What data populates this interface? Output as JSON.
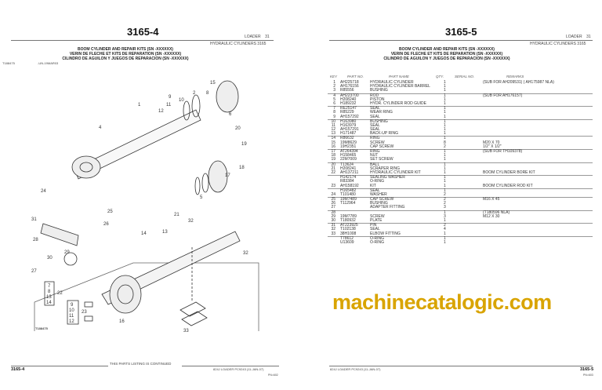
{
  "left_page": {
    "page_number": "3165-4",
    "section": "LOADER",
    "section_no": "31",
    "group": "HYDRAULIC CYLINDERS 3165",
    "subtitle_lines": [
      "BOOM CYLINDER AND REPAIR KITS (SN       -XXXXXX)",
      "VERIN DE FLECHE ET KITS DE REPARATION (SN       -XXXXXX)",
      "CILINDRO DE AGUILON Y JUEGOS DE REPARACION (SN       -XXXXXX)"
    ],
    "illustration_id": "T188475",
    "illustration_code": "-UN-19MAR03",
    "figure_label": "T188475",
    "callouts": [
      "1",
      "2",
      "4",
      "5",
      "6",
      "7",
      "8",
      "9",
      "10",
      "11",
      "12",
      "13",
      "14",
      "15",
      "16",
      "17",
      "18",
      "19",
      "20",
      "21",
      "22",
      "23",
      "24",
      "25",
      "26",
      "27",
      "28",
      "29",
      "30",
      "31",
      "32",
      "33"
    ],
    "kit_box_22": [
      "7",
      "8",
      "13",
      "14"
    ],
    "kit_box_23": [
      "9",
      "10",
      "11",
      "12"
    ],
    "continued_note": "THIS PARTS LISTING IS CONTINUED",
    "footer_page": "3165-4",
    "footer_info": "824J LOADER   PC9243   (11-JAN-07)",
    "footer_code": "PN=602"
  },
  "right_page": {
    "page_number": "3165-5",
    "section": "LOADER",
    "section_no": "31",
    "group": "HYDRAULIC CYLINDERS 3165",
    "subtitle_lines": [
      "BOOM CYLINDER AND REPAIR KITS (SN       -XXXXXX)",
      "VERIN DE FLECHE ET KITS DE REPARATION (SN       -XXXXXX)",
      "CILINDRO DE AGUILON Y JUEGOS DE REPARACION (SN       -XXXXXX)"
    ],
    "columns": {
      "key": "KEY",
      "part_no": "PART NO.",
      "part_name": "PART NAME",
      "qty": "QTY.",
      "serial_no": "SERIAL NO.",
      "remarks": "REMARKS"
    },
    "rows": [
      [
        "1",
        "AH225718",
        "HYDRAULIC CYLINDER",
        "1",
        "(SUB FOR AH209531) ( AH175987 NLA)"
      ],
      [
        "2",
        "AH176156",
        "HYDRAULIC CYLINDER BARREL",
        "1",
        ""
      ],
      [
        "3",
        "R85556",
        "BUSHING",
        "1",
        ""
      ],
      [
        "4",
        "AH223700",
        "ROD",
        "1",
        "(SUB FOR AH176157)"
      ],
      [
        "5",
        "H208240",
        "PISTON",
        "1",
        ""
      ],
      [
        "6",
        "H189232",
        "HYDR. CYLINDER ROD GUIDE",
        "1",
        ""
      ],
      [
        "7",
        "RE25147",
        "SEAL",
        "1",
        ""
      ],
      [
        "8",
        "R85229",
        "WEAR RING",
        "1",
        ""
      ],
      [
        "9",
        "AH157292",
        "SEAL",
        "1",
        ""
      ],
      [
        "10",
        "H163980",
        "BUSHING",
        "1",
        ""
      ],
      [
        "11",
        "H163979",
        "SEAL",
        "1",
        ""
      ],
      [
        "12",
        "AH157291",
        "SEAL",
        "1",
        ""
      ],
      [
        "13",
        "H171487",
        "BACK-UP RING",
        "1",
        ""
      ],
      [
        "14",
        "R86632",
        "RING",
        "1",
        ""
      ],
      [
        "15",
        "19M8629",
        "SCREW",
        "8",
        "M20 X 70"
      ],
      [
        "16",
        "19H2351",
        "CAP SCREW",
        "2",
        "1/2\" X 1/2\""
      ],
      [
        "17",
        "AT264394",
        "RING",
        "1",
        "(SUB FOR TH109378)"
      ],
      [
        "18",
        "H158465",
        "NUT",
        "1",
        ""
      ],
      [
        "19",
        "22M7009",
        "SET SCREW",
        "1",
        ""
      ],
      [
        "20",
        "T13624",
        "BALL",
        "1",
        ""
      ],
      [
        "21",
        "H208241",
        "SCRAPER RING",
        "1",
        ""
      ],
      [
        "22",
        "AH137211",
        "HYDRAULIC CYLINDER KIT",
        "1",
        "BOOM CYLINDER BORE KIT"
      ],
      [
        "",
        "H142174",
        "SEALING WASHER",
        "1",
        ""
      ],
      [
        "",
        "R83384",
        "O-RING",
        "1",
        ""
      ],
      [
        "23",
        "AH158192",
        "KIT",
        "1",
        "BOOM CYLINDER ROD KIT"
      ],
      [
        "",
        "H165482",
        "SEAL",
        "1",
        ""
      ],
      [
        "24",
        "T101480",
        "WASHER",
        "2",
        ""
      ],
      [
        "25",
        "19M7489",
        "CAP SCREW",
        "2",
        "M16 X 45"
      ],
      [
        "26",
        "T112964",
        "BUSHING",
        "2",
        ""
      ],
      [
        "27",
        "",
        "ADAPTER FITTING",
        "3",
        ""
      ],
      [
        "28",
        "",
        "",
        "1",
        "(T180596 NLA)"
      ],
      [
        "29",
        "19M7789",
        "SCREW",
        "3",
        "M12 X 30"
      ],
      [
        "30",
        "T180932",
        "PLATE",
        "1",
        ""
      ],
      [
        "31",
        "AT223925",
        "PIN",
        "2",
        ""
      ],
      [
        "32",
        "T102138",
        "SEAL",
        "4",
        ""
      ],
      [
        "33",
        "38H1008",
        "ELBOW FITTING",
        "1",
        ""
      ],
      [
        "",
        "T78612",
        "O-RING",
        "1",
        ""
      ],
      [
        "",
        "U13609",
        "O-RING",
        "1",
        ""
      ]
    ],
    "footer_info": "824J LOADER   PC9243   (11-JAN-07)",
    "footer_page": "3165-5",
    "footer_code": "PN=603"
  },
  "watermark": "machinecatalogic.com"
}
